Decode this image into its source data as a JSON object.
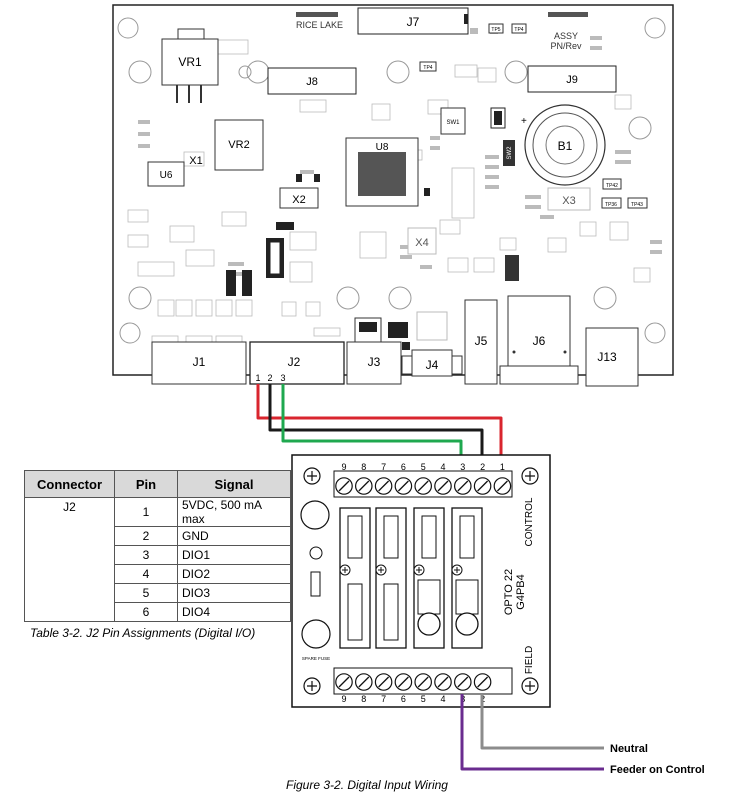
{
  "board": {
    "brand": "RICE LAKE",
    "assy": "ASSY",
    "pn_rev": "PN/Rev",
    "components": {
      "vr1": "VR1",
      "vr2": "VR2",
      "x1": "X1",
      "u6": "U6",
      "x2": "X2",
      "u8": "U8",
      "x3": "X3",
      "x4": "X4",
      "b1": "B1",
      "sw1": "SW1",
      "sw2": "SW2"
    },
    "connectors": {
      "j1": "J1",
      "j2": "J2",
      "j3": "J3",
      "j4": "J4",
      "j5": "J5",
      "j6": "J6",
      "j7": "J7",
      "j8": "J8",
      "j9": "J9",
      "j13": "J13"
    },
    "test_points": [
      "TP5",
      "TP4",
      "TP4",
      "TP42",
      "TP36",
      "TP43"
    ],
    "j2_pins": [
      "1",
      "2",
      "3"
    ]
  },
  "wire_colors": {
    "pin1": "#d9252e",
    "pin2": "#1a1a1a",
    "pin3": "#1fa84f",
    "neutral": "#8c8c8c",
    "feeder": "#6a2c8f"
  },
  "opto": {
    "model_line1": "OPTO 22",
    "model_line2": "G4PB4",
    "control_label": "CONTROL",
    "field_label": "FIELD",
    "spare_fuse": "SPARE FUSE",
    "top_terminals": [
      "9",
      "8",
      "7",
      "6",
      "5",
      "4",
      "3",
      "2",
      "1"
    ],
    "bottom_terminals": [
      "9",
      "8",
      "7",
      "6",
      "5",
      "4",
      "3",
      "2"
    ]
  },
  "field_wires": {
    "neutral": "Neutral",
    "feeder": "Feeder on Control"
  },
  "table": {
    "headers": [
      "Connector",
      "Pin",
      "Signal"
    ],
    "connector": "J2",
    "rows": [
      {
        "pin": "1",
        "signal": "5VDC, 500 mA max"
      },
      {
        "pin": "2",
        "signal": "GND"
      },
      {
        "pin": "3",
        "signal": "DIO1"
      },
      {
        "pin": "4",
        "signal": "DIO2"
      },
      {
        "pin": "5",
        "signal": "DIO3"
      },
      {
        "pin": "6",
        "signal": "DIO4"
      }
    ],
    "caption": "Table 3-2.  J2 Pin Assignments (Digital I/O)"
  },
  "figure_caption": "Figure 3-2. Digital Input Wiring"
}
